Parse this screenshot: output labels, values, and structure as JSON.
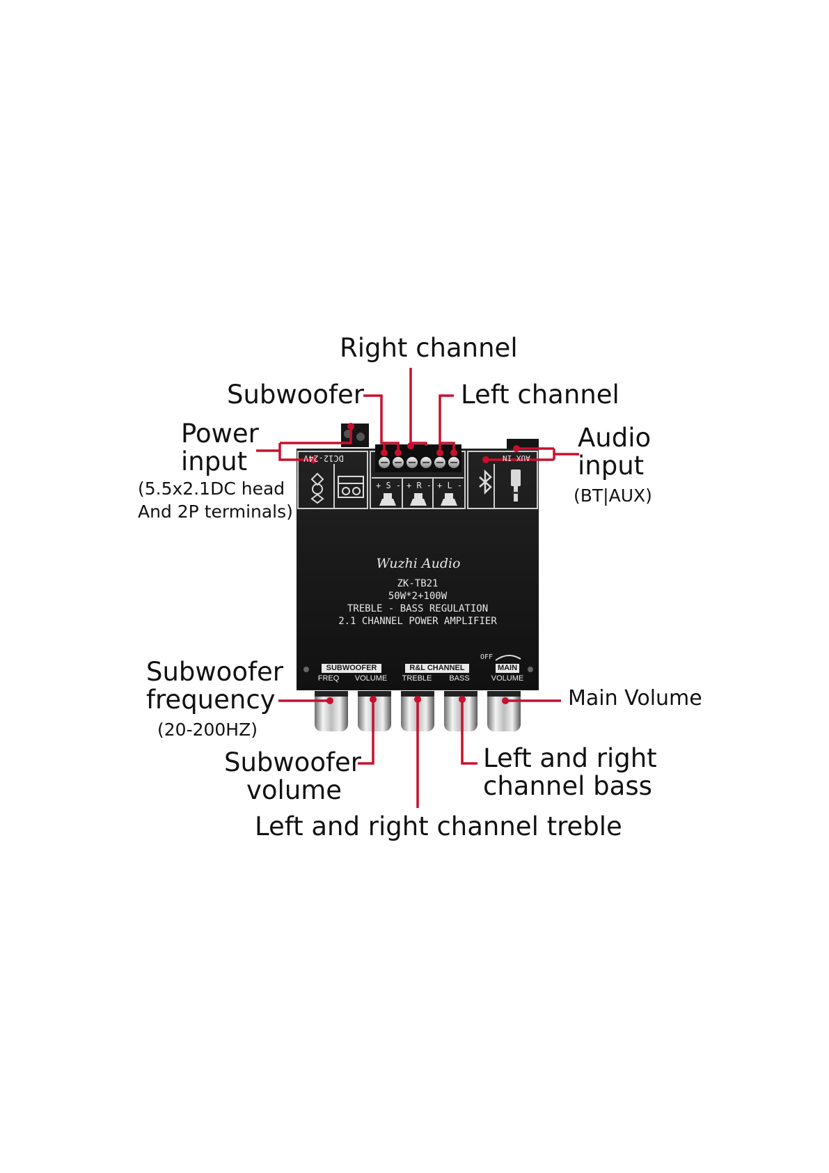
{
  "labels": {
    "right_channel": "Right channel",
    "subwoofer": "Subwoofer",
    "left_channel": "Left channel",
    "power_input_line1": "Power",
    "power_input_line2": "input",
    "power_input_note1": "(5.5x2.1DC head",
    "power_input_note2": "And 2P terminals)",
    "audio_input_line1": "Audio",
    "audio_input_line2": "input",
    "audio_input_note": "(BT|AUX)",
    "sub_freq_line1": "Subwoofer",
    "sub_freq_line2": "frequency",
    "sub_freq_note": "(20-200HZ)",
    "main_volume": "Main Volume",
    "sub_volume_line1": "Subwoofer",
    "sub_volume_line2": "volume",
    "lr_bass_line1": "Left and right",
    "lr_bass_line2": "channel bass",
    "lr_treble": "Left and right channel treble"
  },
  "board": {
    "brand": "Wuzhi Audio",
    "model": "ZK-TB21",
    "power": "50W*2+100W",
    "feature": "TREBLE - BASS REGULATION",
    "type": "2.1 CHANNEL POWER AMPLIFIER",
    "dc_label": "DC12-24V",
    "aux_label": "AUX IN",
    "speaker_s": "+ S -",
    "speaker_r": "+ R -",
    "speaker_l": "+ L -",
    "group_subwoofer": "SUBWOOFER",
    "group_rl": "R&L CHANNEL",
    "group_main": "MAIN",
    "knob_freq": "FREQ",
    "knob_sub_volume": "VOLUME",
    "knob_treble": "TREBLE",
    "knob_bass": "BASS",
    "knob_main_volume": "VOLUME",
    "off_label": "OFF"
  },
  "colors": {
    "leader_line": "#c8102e",
    "board": "#1a1a1a",
    "text": "#111111"
  }
}
